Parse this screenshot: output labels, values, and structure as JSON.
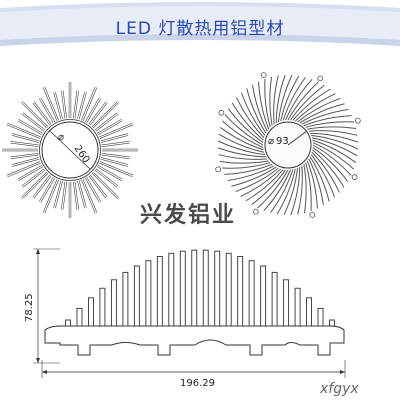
{
  "title": "LED 灯散热用铝型材",
  "drawings": {
    "left_top": {
      "dimension": "260"
    },
    "right_top": {
      "dimension": "93"
    },
    "bottom": {
      "height": "78.25",
      "width": "196.29"
    }
  },
  "watermark": "兴发铝业",
  "site_logo": "xfgyx",
  "colors": {
    "title": "#2a47b8",
    "header_band": "#c9d3ea",
    "line": "#333333"
  }
}
